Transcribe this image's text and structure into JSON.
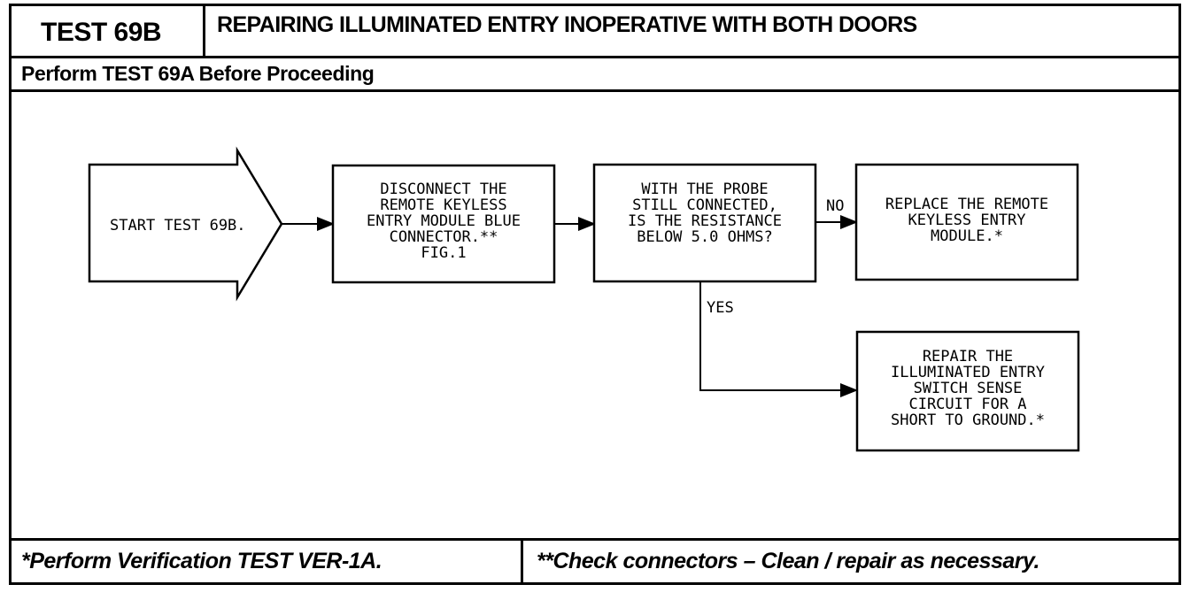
{
  "header": {
    "test_id": "TEST 69B",
    "title": "REPAIRING ILLUMINATED ENTRY INOPERATIVE WITH BOTH DOORS",
    "prerequisite": "Perform TEST 69A Before Proceeding"
  },
  "flowchart": {
    "start": "START TEST 69B.",
    "step1": [
      "DISCONNECT THE",
      "REMOTE KEYLESS",
      "ENTRY MODULE BLUE",
      "CONNECTOR.**",
      "FIG.1"
    ],
    "decision": [
      "WITH THE PROBE",
      "STILL CONNECTED,",
      "IS THE RESISTANCE",
      "BELOW 5.0 OHMS?"
    ],
    "no_label": "NO",
    "yes_label": "YES",
    "no_action": [
      "REPLACE THE REMOTE",
      "KEYLESS ENTRY",
      "MODULE.*"
    ],
    "yes_action": [
      "REPAIR THE",
      "ILLUMINATED ENTRY",
      "SWITCH SENSE",
      "CIRCUIT FOR A",
      "SHORT TO GROUND.*"
    ]
  },
  "footer": {
    "note_left": "*Perform Verification TEST VER-1A.",
    "note_right": "**Check connectors – Clean / repair as necessary."
  }
}
